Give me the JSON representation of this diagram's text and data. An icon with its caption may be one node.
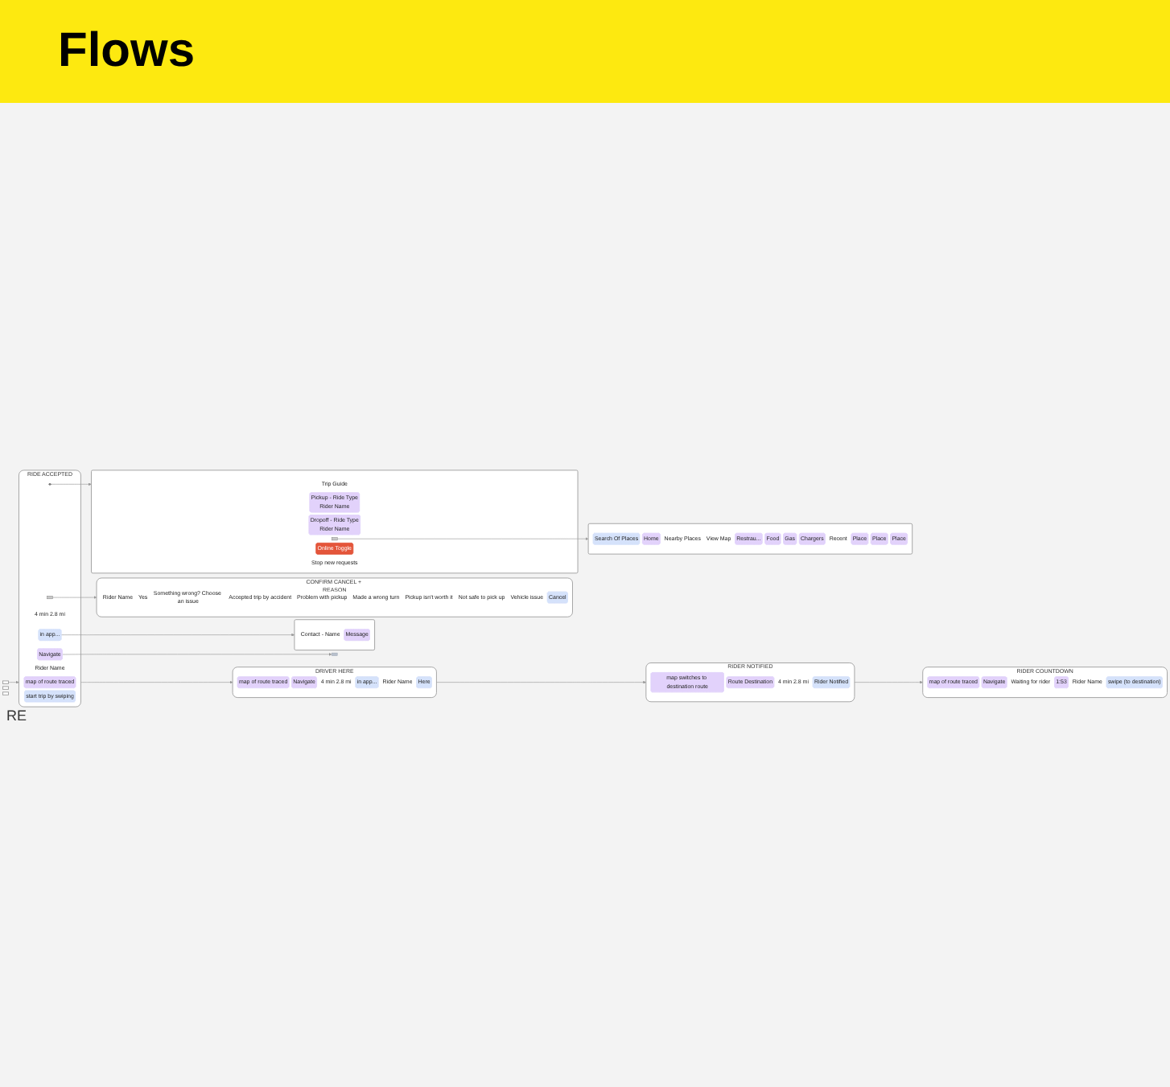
{
  "diagram": {
    "title": "Flows",
    "nodes": [
      {
        "text": [
          "RIDE ACCEPTED"
        ]
      },
      {
        "text": [
          "map of route traced"
        ],
        "in": 0
      },
      {
        "text": [
          "Navigate"
        ],
        "in": 0
      },
      {
        "text": [
          "4 min 2.8 mi"
        ],
        "in": 0
      },
      {
        "text": [],
        "shape": "box",
        "in": 0
      },
      {
        "text": [
          "in app..."
        ],
        "in": 0
      },
      {
        "text": [
          "Rider Name"
        ],
        "in": 0
      },
      {
        "text": [],
        "shape": "person",
        "in": 0
      },
      {
        "text": [
          "start trip by swiping"
        ],
        "in": 0
      },
      {
        "text": [],
        "shape": "box"
      },
      {
        "text": [
          "DRIVER HERE"
        ]
      },
      {
        "text": [
          "map of route traced"
        ],
        "in": 10
      },
      {
        "text": [
          "Navigate"
        ],
        "in": 10
      },
      {
        "text": [
          "4 min 2.8 mi"
        ],
        "in": 10
      },
      {
        "text": [
          "in app..."
        ],
        "in": 10
      },
      {
        "text": [
          "Rider Name"
        ],
        "in": 10
      },
      {
        "text": [
          "Here"
        ],
        "in": 10
      },
      {
        "text": [
          "RIDER NOTIFIED"
        ]
      },
      {
        "text": [
          "map switches to destination route"
        ],
        "in": 17
      },
      {
        "text": [
          "Route Destination"
        ],
        "in": 17
      },
      {
        "text": [
          "4 min 2.8 mi"
        ],
        "in": 17
      },
      {
        "text": [
          "Rider Notified"
        ],
        "in": 17
      },
      {
        "text": [
          "RIDER COUNTDOWN"
        ]
      },
      {
        "text": [
          "map of route traced"
        ],
        "in": 22
      },
      {
        "text": [
          "Navigate"
        ],
        "in": 22
      },
      {
        "text": [
          "Waiting for rider"
        ],
        "in": 22
      },
      {
        "text": [
          "1:53"
        ],
        "in": 22
      },
      {
        "text": [
          "Rider Name"
        ],
        "in": 22
      },
      {
        "text": [
          "swipe (to destination)"
        ],
        "in": 22
      },
      {
        "text": [],
        "shape": "box"
      },
      {
        "text": [
          "Contact - Name"
        ],
        "in": 29
      },
      {
        "text": [
          "Message"
        ],
        "in": 29
      },
      {
        "text": [
          "CONFIRM CANCEL + REASON"
        ]
      },
      {
        "text": [
          "Rider Name"
        ],
        "in": 32
      },
      {
        "text": [
          "Yes"
        ],
        "in": 32
      },
      {
        "text": [
          "Something wrong? Choose an issue"
        ],
        "in": 32
      },
      {
        "text": [
          "Accepted trip by accident"
        ],
        "in": 32
      },
      {
        "text": [
          "Problem with pickup"
        ],
        "in": 32
      },
      {
        "text": [
          "Made a wrong turn"
        ],
        "in": 32
      },
      {
        "text": [
          "Pickup isn't worth it"
        ],
        "in": 32
      },
      {
        "text": [
          "Not safe to pick up"
        ],
        "in": 32
      },
      {
        "text": [
          "Vehicle issue"
        ],
        "in": 32
      },
      {
        "text": [
          "Cancel"
        ],
        "in": 32
      },
      {
        "text": [],
        "shape": "box"
      },
      {
        "text": [
          "Trip Guide"
        ],
        "in": 43
      },
      {
        "text": [
          "Pickup - Ride Type",
          "Rider Name"
        ],
        "in": 43
      },
      {
        "text": [
          "Dropoff - Ride Type",
          "Rider Name"
        ],
        "in": 43
      },
      {
        "text": [],
        "shape": "box",
        "in": 43
      },
      {
        "text": [
          "Online Toggle"
        ],
        "in": 43
      },
      {
        "text": [
          "Stop new requests"
        ],
        "in": 43
      },
      {
        "text": [],
        "shape": "box"
      },
      {
        "text": [
          "Search Of Places"
        ],
        "in": 50
      },
      {
        "text": [
          "Home"
        ],
        "in": 50
      },
      {
        "text": [
          "Nearby Places"
        ],
        "in": 50
      },
      {
        "text": [
          "View Map"
        ],
        "in": 50
      },
      {
        "text": [
          "Restrau..."
        ],
        "in": 50
      },
      {
        "text": [
          "Food"
        ],
        "in": 50
      },
      {
        "text": [
          "Gas"
        ],
        "in": 50
      },
      {
        "text": [
          "Chargers"
        ],
        "in": 50
      },
      {
        "text": [
          "Recent"
        ],
        "in": 50
      },
      {
        "text": [
          "Place"
        ],
        "in": 50
      },
      {
        "text": [
          "Place"
        ],
        "in": 50
      },
      {
        "text": [
          "Place"
        ],
        "in": 50
      },
      {
        "text": [],
        "shape": "box"
      },
      {
        "text": [],
        "shape": "box"
      },
      {
        "text": [],
        "shape": "box"
      }
    ],
    "edges": [
      {
        "from": 63,
        "to": 0,
        "arrow": "to"
      },
      {
        "from": 2,
        "to": 9,
        "arrow": "to"
      },
      {
        "from": 0,
        "to": 10,
        "arrow": "to"
      },
      {
        "from": 10,
        "to": 17,
        "arrow": "to"
      },
      {
        "from": 17,
        "to": 22,
        "arrow": "to"
      },
      {
        "from": 5,
        "to": 29,
        "arrow": "to"
      },
      {
        "from": 4,
        "to": 32,
        "arrow": "to"
      },
      {
        "from": 7,
        "to": 43,
        "arrow": "to"
      },
      {
        "from": 47,
        "to": 50,
        "arrow": "to"
      }
    ],
    "labels": [
      "RE"
    ]
  }
}
